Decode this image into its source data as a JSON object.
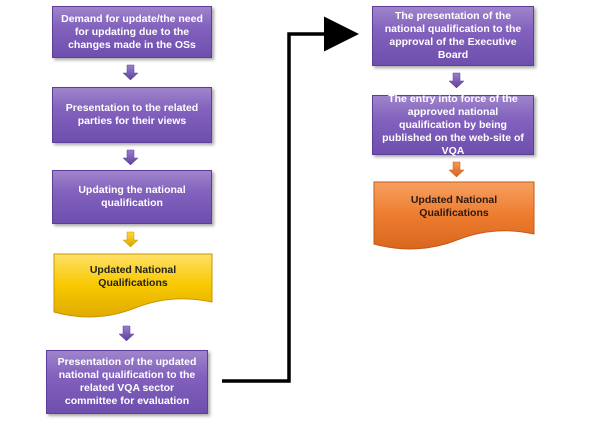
{
  "left_column": {
    "step1": "Demand for update/the need for updating due to the changes made in the OSs",
    "step2": "Presentation to the related parties for their views",
    "step3": "Updating the national qualification",
    "output1": "Updated National Qualifications",
    "step4": "Presentation of the updated national qualification to the related VQA sector committee for evaluation"
  },
  "right_column": {
    "step5": "The presentation of the national qualification to the approval of the Executive Board",
    "step6": "The entry into force of the approved national qualification by being published on the web-site of VQA",
    "output2": "Updated National Qualifications"
  },
  "colors": {
    "process": "#7b5cb8",
    "document_yellow": "#f7c600",
    "document_orange": "#ee7c2f",
    "connector": "#000000"
  }
}
